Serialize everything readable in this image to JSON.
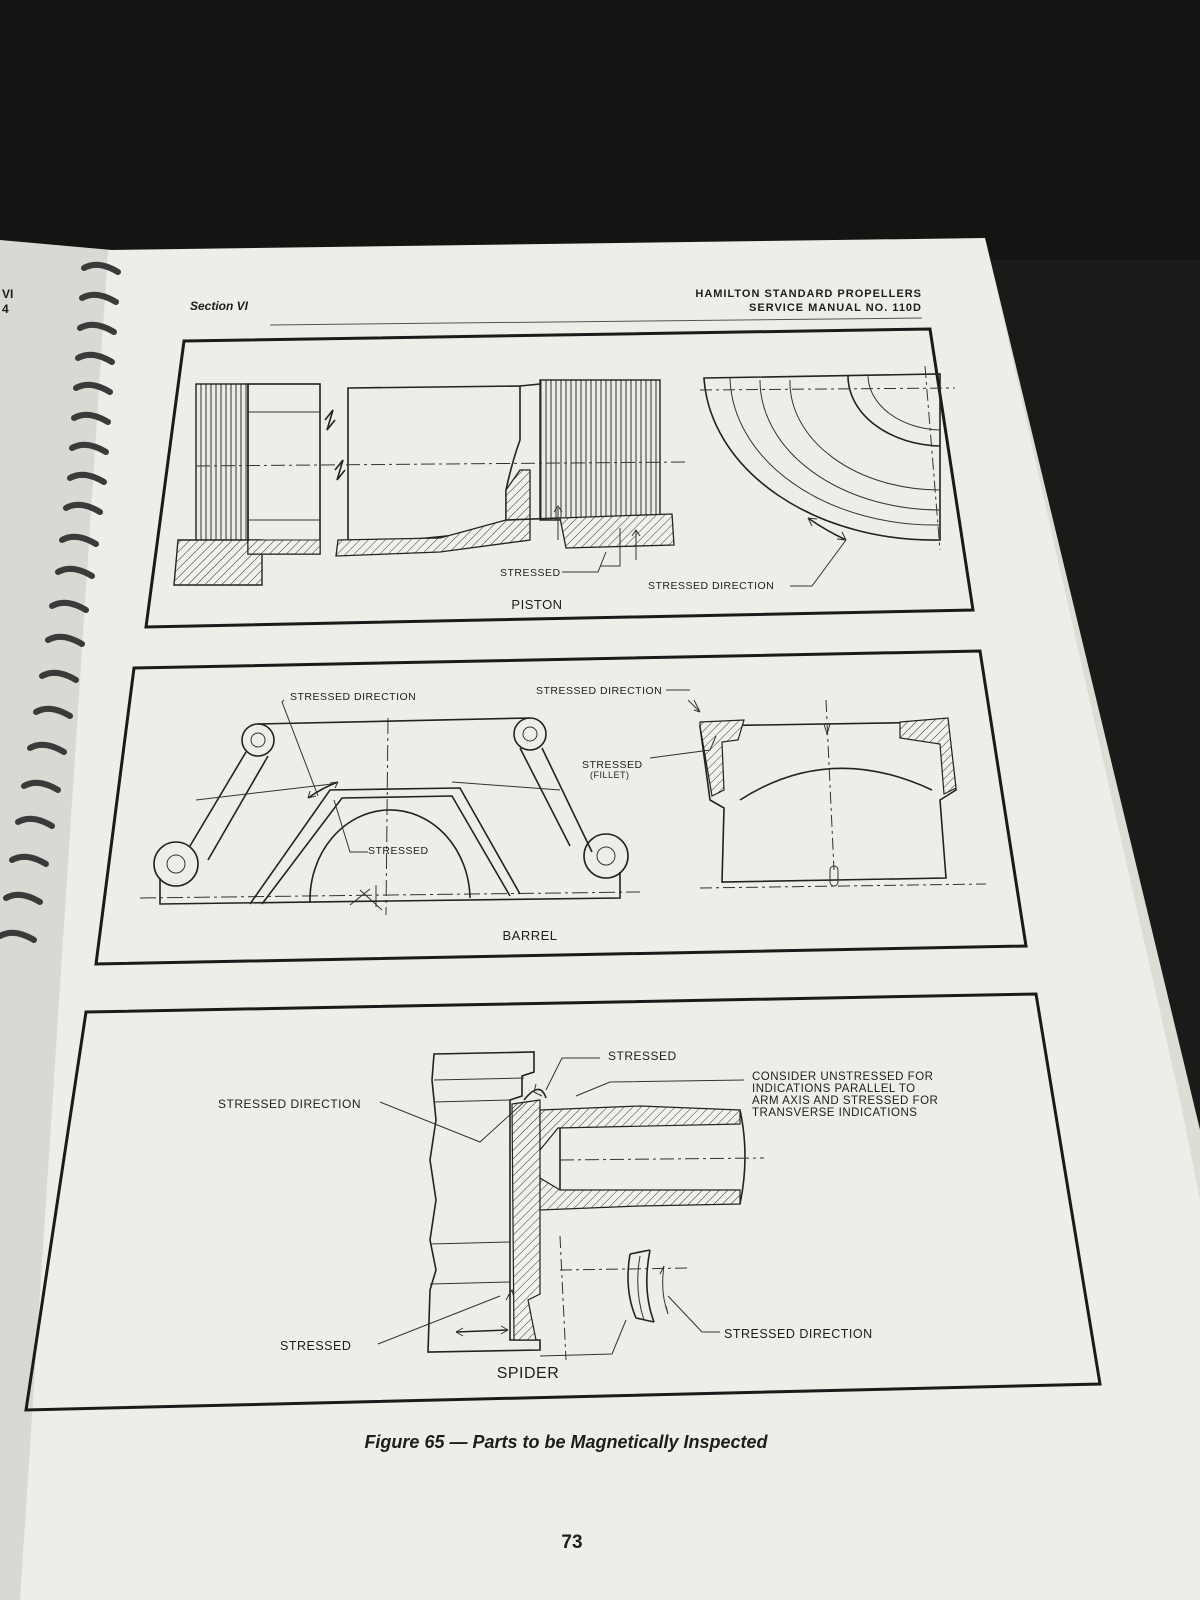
{
  "left_page": {
    "edge_text_1": "VI",
    "edge_text_2": "4"
  },
  "header": {
    "section": "Section VI",
    "title_line1": "HAMILTON STANDARD PROPELLERS",
    "title_line2": "SERVICE MANUAL NO. 110D"
  },
  "panels": {
    "piston": {
      "title": "PISTON",
      "labels": {
        "stressed": "STRESSED",
        "stressed_direction": "STRESSED DIRECTION"
      }
    },
    "barrel": {
      "title": "BARREL",
      "labels": {
        "stressed_direction_left": "STRESSED DIRECTION",
        "stressed": "STRESSED",
        "stressed_direction_right": "STRESSED DIRECTION",
        "stressed_fillet_1": "STRESSED",
        "stressed_fillet_2": "(FILLET)"
      }
    },
    "spider": {
      "title": "SPIDER",
      "labels": {
        "stressed_top": "STRESSED",
        "stressed_direction_left": "STRESSED DIRECTION",
        "consider_1": "CONSIDER UNSTRESSED FOR",
        "consider_2": "INDICATIONS PARALLEL TO",
        "consider_3": "ARM AXIS AND STRESSED FOR",
        "consider_4": "TRANSVERSE INDICATIONS",
        "stressed_bottom": "STRESSED",
        "stressed_direction_right": "STRESSED DIRECTION"
      }
    }
  },
  "caption": "Figure 65 — Parts to be Magnetically Inspected",
  "page_number": "73"
}
